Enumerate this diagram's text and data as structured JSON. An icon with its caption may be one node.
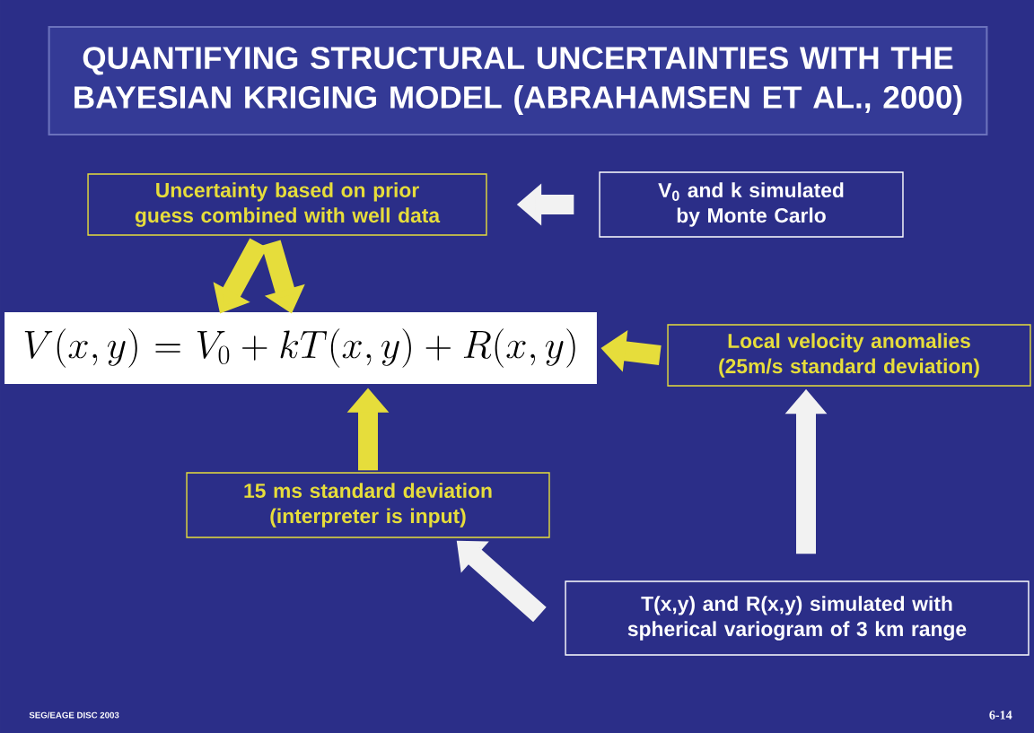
{
  "diagram": {
    "title": "QUANTIFYING STRUCTURAL UNCERTAINTIES WITH THE BAYESIAN KRIGING MODEL (ABRAHAMSEN ET AL., 2000)",
    "nodes": [
      {
        "text": [
          "Uncertainty based on prior guess combined with well data"
        ]
      },
      {
        "text": [
          "V$_{0}$ and k simulated by Monte Carlo"
        ]
      },
      {
        "text": [
          "V(x, y) = V_0 + kT(x, y) + R(x, y)"
        ]
      },
      {
        "text": [
          "Local velocity anomalies (25m/s standard deviation)"
        ]
      },
      {
        "text": [
          "15 ms standard deviation (interpreter is input)"
        ]
      },
      {
        "text": [
          "T(x,y) and R(x,y) simulated with spherical variogram of 3 km range"
        ]
      }
    ],
    "edges": [
      {
        "from": 1,
        "to": 0,
        "arrow": "to",
        "color": "#f2f2f2"
      },
      {
        "from": 0,
        "to": 2,
        "arrow": "to"
      },
      {
        "from": 0,
        "to": 2,
        "arrow": "to"
      },
      {
        "from": 3,
        "to": 2,
        "arrow": "to"
      },
      {
        "from": 4,
        "to": 2,
        "arrow": "to"
      },
      {
        "from": 5,
        "to": 4,
        "arrow": "to",
        "color": "#f2f2f2"
      },
      {
        "from": 5,
        "to": 3,
        "arrow": "to",
        "color": "#f2f2f2"
      }
    ],
    "labels": [
      "SEG/EAGE DISC 2003",
      "6-14"
    ]
  }
}
